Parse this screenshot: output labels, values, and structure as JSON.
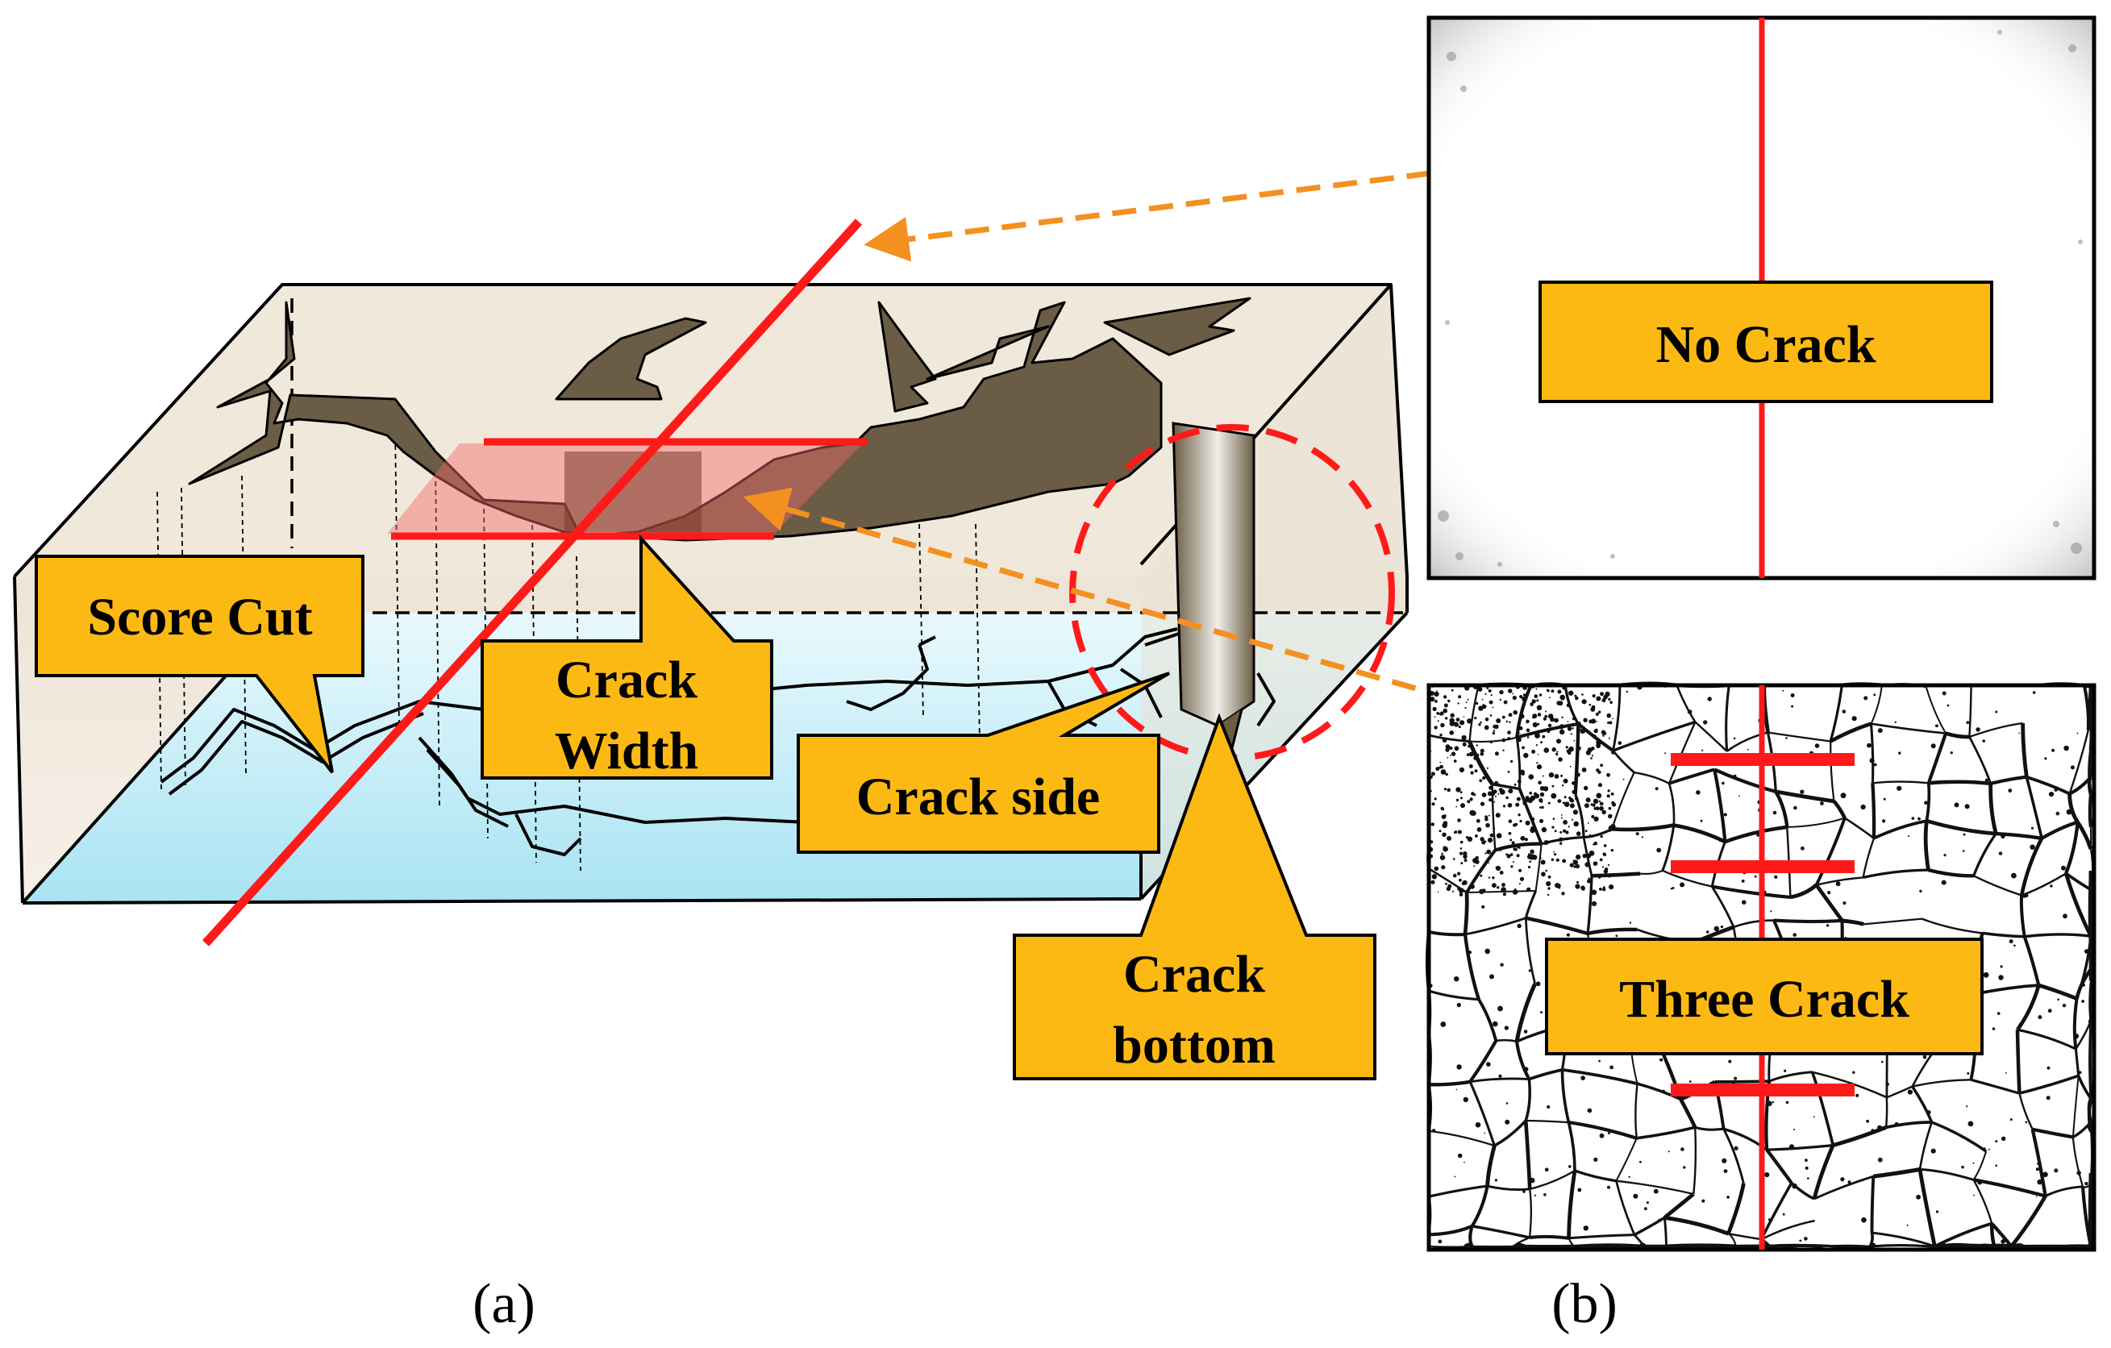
{
  "labels": {
    "score_cut": "Score Cut",
    "crack_width_line1": "Crack",
    "crack_width_line2": "Width",
    "crack_side": "Crack side",
    "crack_bottom_line1": "Crack",
    "crack_bottom_line2": "bottom",
    "no_crack": "No Crack",
    "three_crack": "Three Crack"
  },
  "captions": {
    "a": "(a)",
    "b": "(b)"
  },
  "colors": {
    "callout_fill": "#FDB913",
    "score_line": "#FF1A1A",
    "leader_arrow": "#F39020",
    "crack_fill": "#6B5C45",
    "block_top": "#F1EADF",
    "block_bottom": "#C9EEF8"
  },
  "panel_b": {
    "top_image": "no-crack-sample",
    "bottom_image": "three-crack-sample",
    "bottom_crack_count": 3
  }
}
